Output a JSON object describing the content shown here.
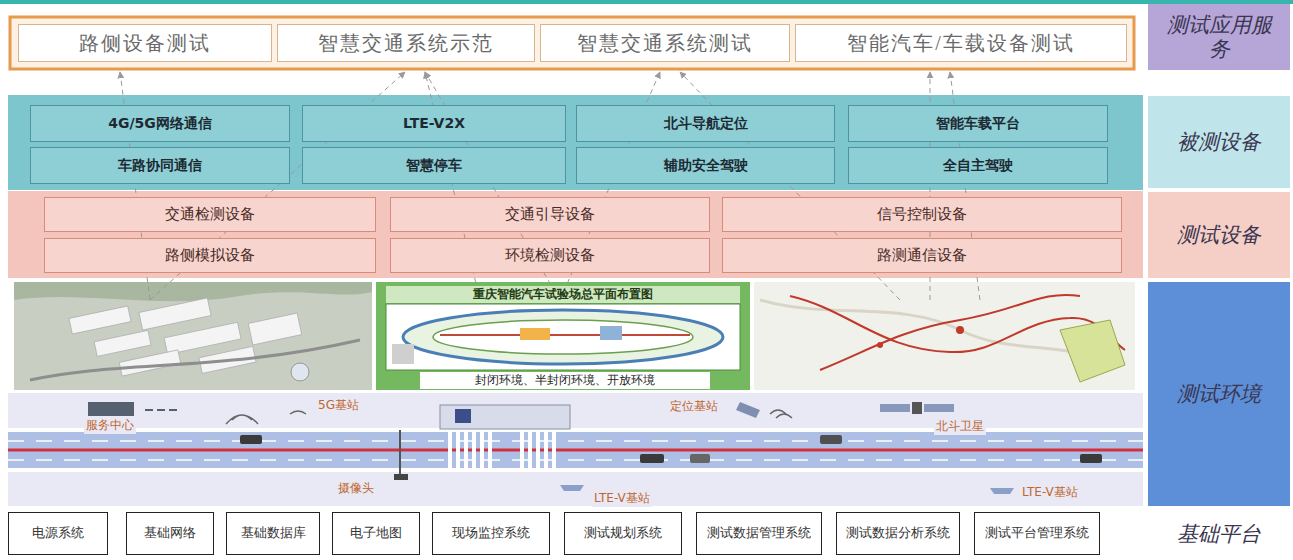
{
  "diagram": {
    "nodes": [
      {
        "text": [
          "路侧设备测试"
        ]
      },
      {
        "text": [
          "智慧交通系统示范"
        ]
      },
      {
        "text": [
          "智慧交通系统测试"
        ]
      },
      {
        "text": [
          "智能汽车/车载设备测试"
        ]
      },
      {
        "text": [
          "测试应用服务"
        ]
      },
      {
        "text": [
          "4G/5G网络通信"
        ]
      },
      {
        "text": [
          "LTE-V2X"
        ]
      },
      {
        "text": [
          "北斗导航定位"
        ]
      },
      {
        "text": [
          "智能车载平台"
        ]
      },
      {
        "text": [
          "车路协同通信"
        ]
      },
      {
        "text": [
          "智慧停车"
        ]
      },
      {
        "text": [
          "辅助安全驾驶"
        ]
      },
      {
        "text": [
          "全自主驾驶"
        ]
      },
      {
        "text": [
          "被测设备"
        ]
      },
      {
        "text": [
          "交通检测设备"
        ]
      },
      {
        "text": [
          "交通引导设备"
        ]
      },
      {
        "text": [
          "信号控制设备"
        ]
      },
      {
        "text": [
          "路侧模拟设备"
        ]
      },
      {
        "text": [
          "环境检测设备"
        ]
      },
      {
        "text": [
          "路测通信设备"
        ]
      },
      {
        "text": [
          "测试设备"
        ]
      },
      {
        "text": [
          "测试环境"
        ]
      },
      {
        "text": [
          "电源系统"
        ]
      },
      {
        "text": [
          "基础网络"
        ]
      },
      {
        "text": [
          "基础数据库"
        ]
      },
      {
        "text": [
          "电子地图"
        ]
      },
      {
        "text": [
          "现场监控系统"
        ]
      },
      {
        "text": [
          "测试规划系统"
        ]
      },
      {
        "text": [
          "测试数据管理系统"
        ]
      },
      {
        "text": [
          "测试数据分析系统"
        ]
      },
      {
        "text": [
          "测试平台管理系统"
        ]
      },
      {
        "text": [
          "基础平台"
        ]
      }
    ],
    "labels": [
      "重庆智能汽车试验场总平面布置图",
      "封闭环境、半封闭环境、开放环境",
      "服务中心",
      "5G基站",
      "摄像头",
      "定位基站",
      "北斗卫星",
      "LTE-V基站",
      "LTE-V基站"
    ]
  }
}
